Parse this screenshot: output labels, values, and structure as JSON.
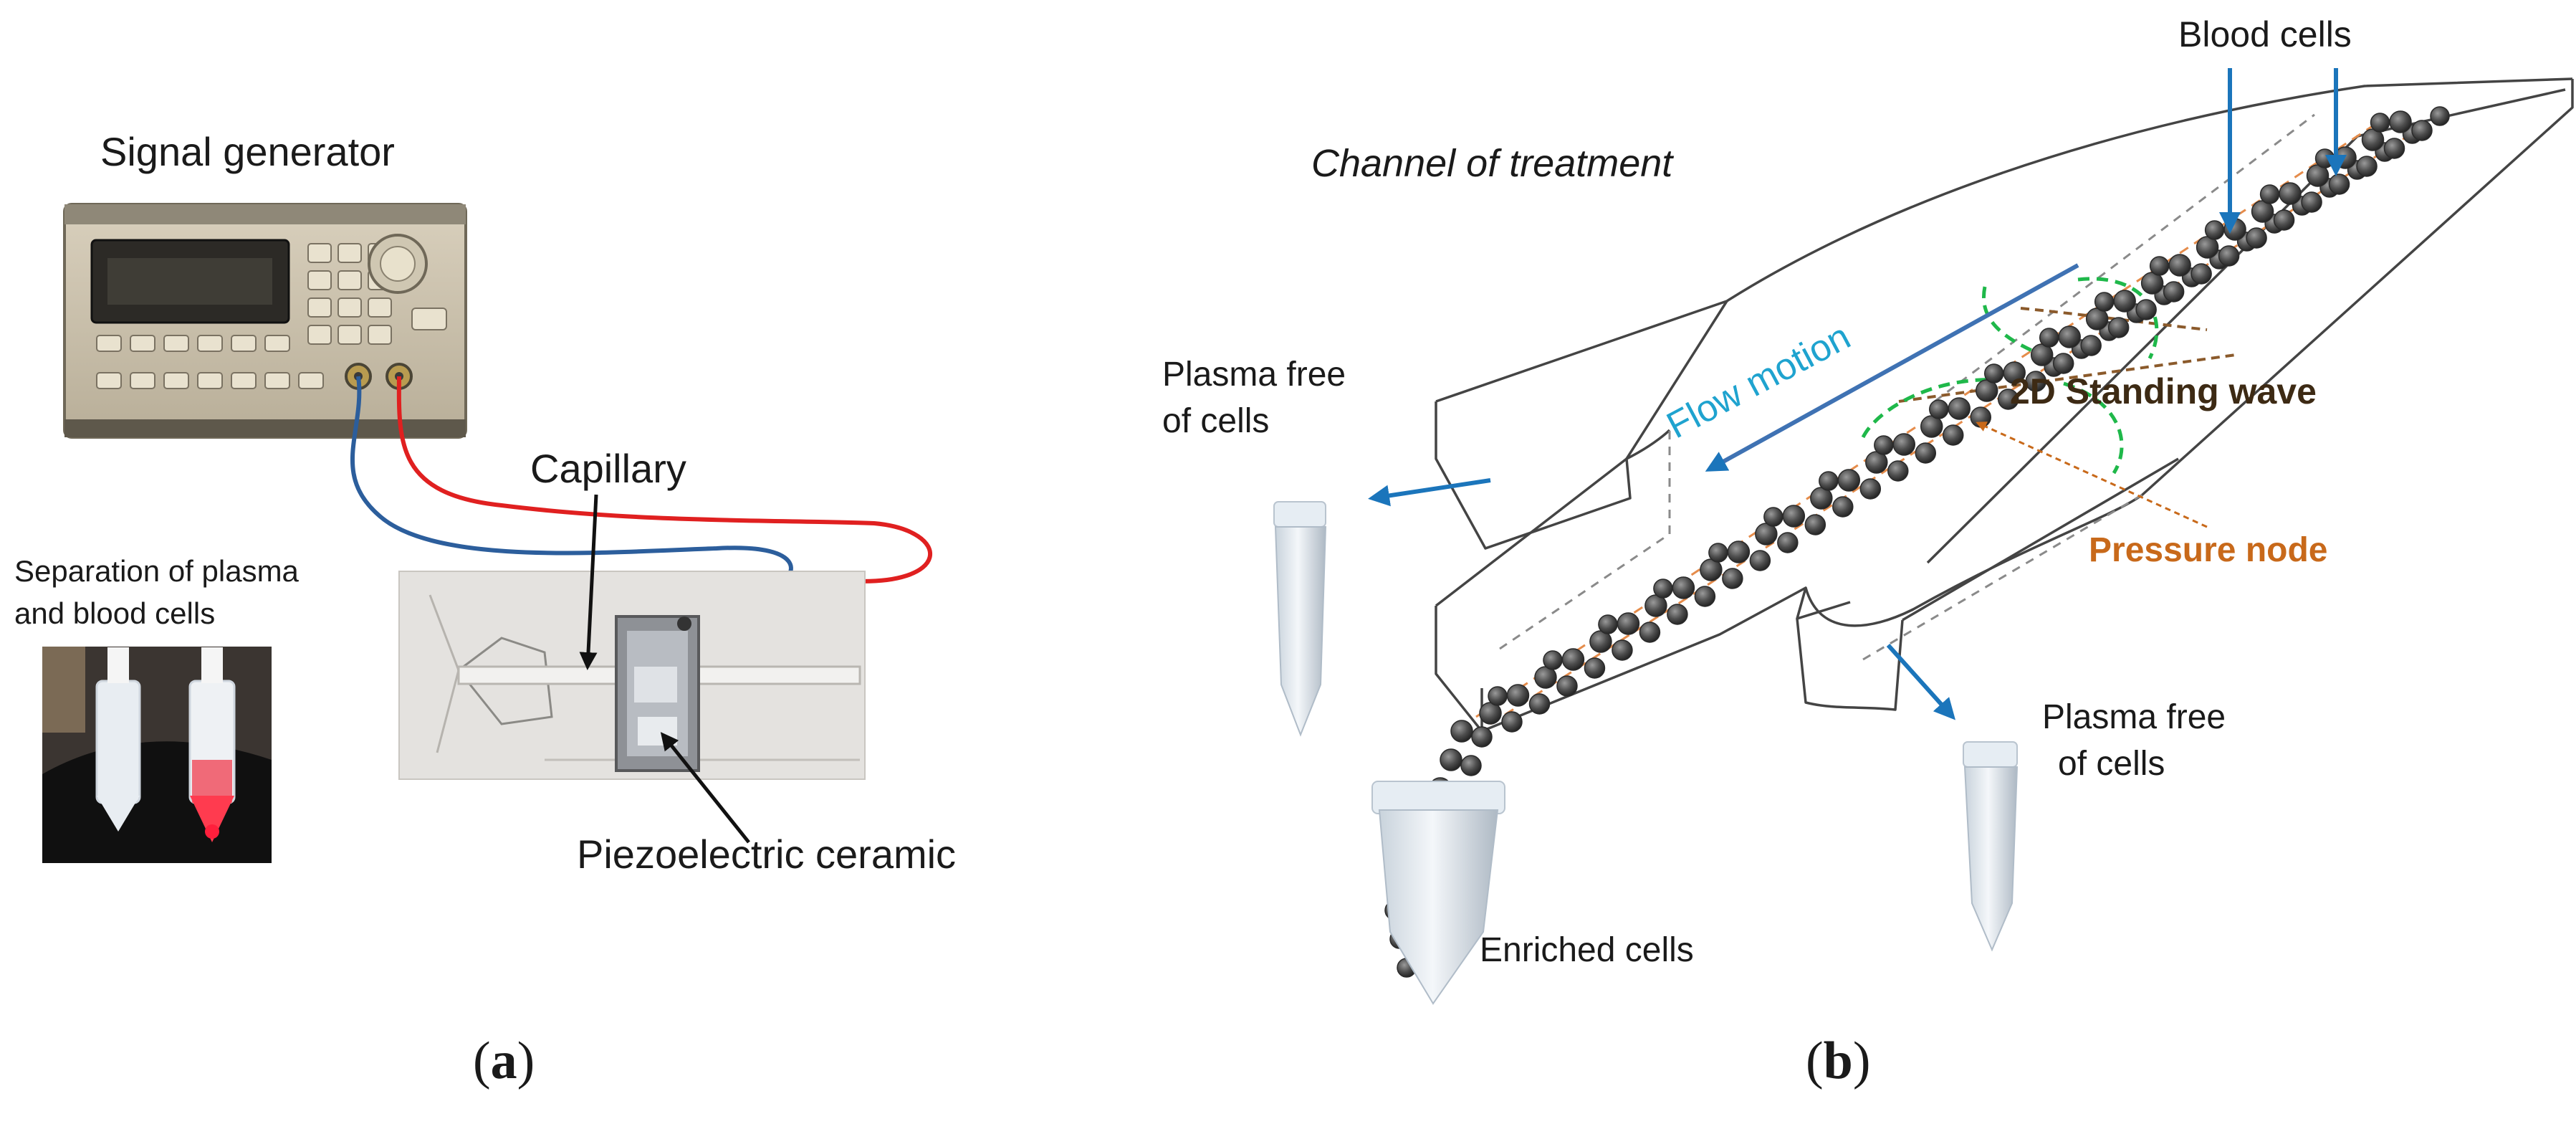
{
  "panel_a": {
    "letter_open": "(",
    "letter": "a",
    "letter_close": ")",
    "signal_generator": "Signal generator",
    "capillary": "Capillary",
    "piezo": "Piezoelectric ceramic",
    "separation_line1": "Separation of plasma",
    "separation_line2": "and blood cells"
  },
  "panel_b": {
    "letter_open": "(",
    "letter": "b",
    "letter_close": ")",
    "channel": "Channel of treatment",
    "blood_cells": "Blood cells",
    "flow_motion": "Flow motion",
    "standing_wave": "2D Standing wave",
    "pressure_node": "Pressure node",
    "plasma_left_line1": "Plasma free",
    "plasma_left_line2": "of cells",
    "plasma_right_line1": "Plasma free",
    "plasma_right_line2": "of cells",
    "enriched": "Enriched cells"
  },
  "colors": {
    "arrow_blue": "#1b75bb",
    "flow_text": "#1fa3cf",
    "pressure_orange": "#c8691a",
    "wave_green": "#1fb84a",
    "cable_red": "#e02020",
    "cable_blue": "#2c5e9c"
  }
}
